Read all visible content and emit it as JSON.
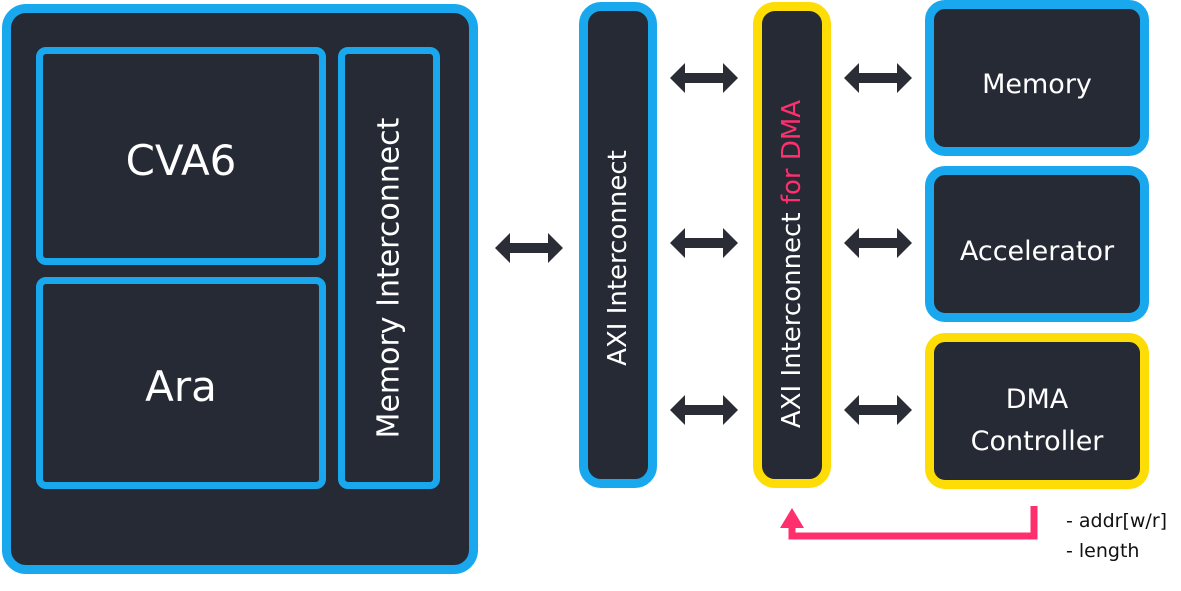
{
  "colors": {
    "block_fill": "#262a35",
    "border_blue": "#19a8ee",
    "border_yellow": "#fedc06",
    "accent_pink": "#ff2f6e",
    "arrow": "#2a2d36",
    "text": "#ffffff"
  },
  "system": {
    "cva6": "CVA6",
    "ara": "Ara",
    "memory_interconnect": "Memory Interconnect"
  },
  "axi_interconnect": "AXI Interconnect",
  "axi_dma": {
    "prefix": "AXI Interconnect ",
    "accent": "for DMA"
  },
  "peripherals": {
    "memory": "Memory",
    "accelerator": "Accelerator",
    "dma_line1": "DMA",
    "dma_line2": "Controller"
  },
  "notes": {
    "line1": "- addr[w/r]",
    "line2": "- length"
  },
  "icons": {
    "bidirectional_arrow": "double-arrow-icon",
    "feedback_arrow": "arrow-up-icon"
  }
}
